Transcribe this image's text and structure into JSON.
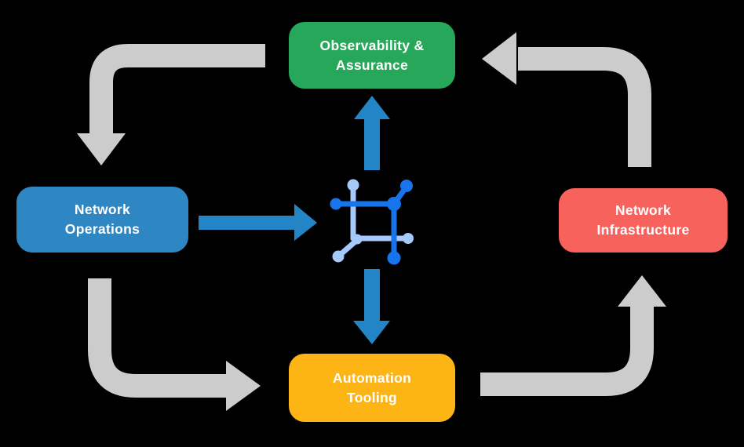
{
  "colors": {
    "background": "#000000",
    "green": "#26A75A",
    "blue": "#2E86C3",
    "blue_arrow": "#2385C6",
    "red": "#F8625D",
    "yellow": "#FCB514",
    "gray": "#CCCCCC",
    "icon_dark_blue": "#1774EC",
    "icon_light_blue": "#A5C9FA",
    "text": "#FFFFFF"
  },
  "nodes": [
    {
      "id": "observability-assurance",
      "label": "Observability &\nAssurance",
      "color_key": "green"
    },
    {
      "id": "network-operations",
      "label": "Network\nOperations",
      "color_key": "blue"
    },
    {
      "id": "network-infrastructure",
      "label": "Network\nInfrastructure",
      "color_key": "red"
    },
    {
      "id": "automation-tooling",
      "label": "Automation\nTooling",
      "color_key": "yellow"
    }
  ],
  "flows": [
    {
      "from": "observability-assurance",
      "to": "network-operations",
      "style": "gray"
    },
    {
      "from": "network-operations",
      "to": "automation-tooling",
      "style": "gray"
    },
    {
      "from": "automation-tooling",
      "to": "network-infrastructure",
      "style": "gray"
    },
    {
      "from": "network-infrastructure",
      "to": "observability-assurance",
      "style": "gray"
    },
    {
      "from": "network-operations",
      "to": "center-icon",
      "style": "blue"
    },
    {
      "from": "center-icon",
      "to": "observability-assurance",
      "style": "blue"
    },
    {
      "from": "center-icon",
      "to": "automation-tooling",
      "style": "blue"
    }
  ],
  "center_icon": {
    "name": "network-fabric-icon"
  }
}
